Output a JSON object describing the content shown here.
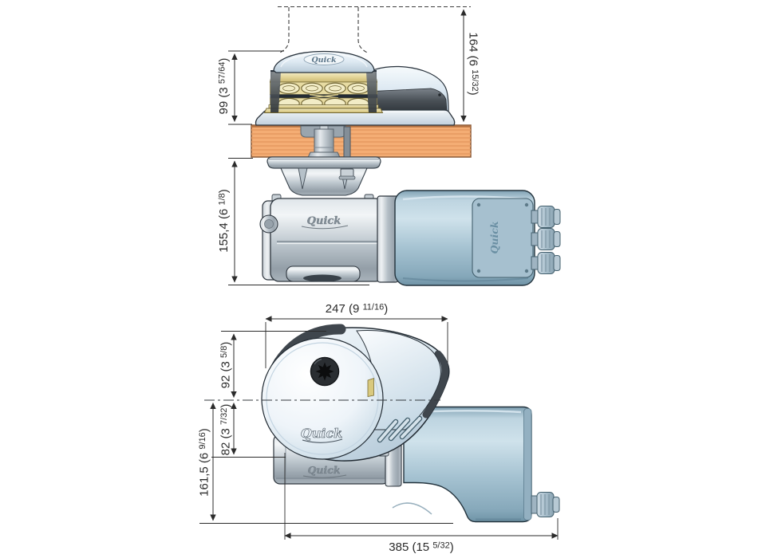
{
  "drawing": {
    "brand": "Quick",
    "colors": {
      "deck_wood": "#f4ad74",
      "motor_blue": "#a6c3d2",
      "gypsy_gold": "#e4d79c",
      "housing_gray": "#bcc6cd",
      "accent_dark": "#3f464d",
      "dimension_ink": "#2b2b2b"
    },
    "front_view": {
      "dimensions": {
        "gypsy_height": {
          "text": "99 (3 57/64)",
          "main": "99 (3 ",
          "frac": "57/64",
          "end": ")"
        },
        "overall_above_deck": {
          "text": "164 (6 15/32)",
          "main": "164 (6 ",
          "frac": "15/32",
          "end": ")"
        },
        "below_deck": {
          "text": "155,4 (6 1/8)",
          "main": "155,4 (6 ",
          "frac": "1/8",
          "end": ")"
        }
      }
    },
    "side_view": {
      "dimensions": {
        "cover_length": {
          "text": "247 (9 11/16)",
          "main": "247 (9 ",
          "frac": "11/16",
          "end": ")"
        },
        "center_to_top": {
          "text": "92 (3 5/8)",
          "main": "92 (3 ",
          "frac": "5/8",
          "end": ")"
        },
        "center_to_cover_bottom": {
          "text": "82 (3 7/32)",
          "main": "82 (3 ",
          "frac": "7/32",
          "end": ")"
        },
        "center_to_base": {
          "text": "161,5 (6 9/16)",
          "main": "161,5 (6 ",
          "frac": "9/16",
          "end": ")"
        },
        "overall_length": {
          "text": "385 (15 5/32)",
          "main": "385 (15 ",
          "frac": "5/32",
          "end": ")"
        }
      }
    }
  }
}
